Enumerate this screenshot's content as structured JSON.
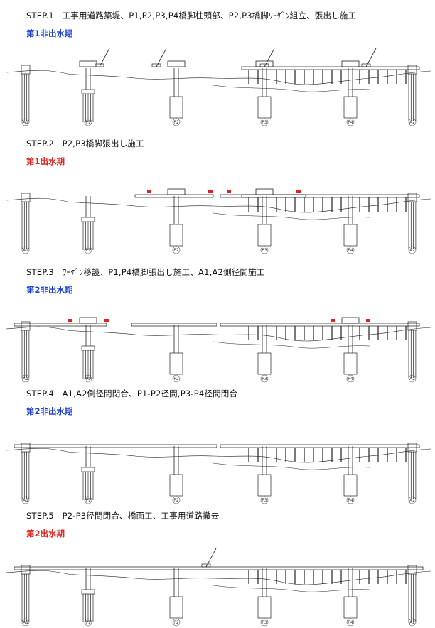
{
  "colors": {
    "blue": "#1a3fd6",
    "red": "#e0231c",
    "line": "#222222"
  },
  "pier_labels": [
    "A1",
    "P1",
    "P2",
    "P3",
    "P4",
    "A2"
  ],
  "steps": [
    {
      "title": "STEP.1　工事用道路築堤、P1,P2,P3,P4橋脚柱頭部、P2,P3橋脚ﾜｰｹﾞﾝ組立、張出し施工",
      "phase": "第1非出水期",
      "phase_color": "blue",
      "icon": "stage-1-diagram"
    },
    {
      "title": "STEP.2　P2,P3橋脚張出し施工",
      "phase": "第1出水期",
      "phase_color": "red",
      "icon": "stage-2-diagram"
    },
    {
      "title": "STEP.3　ﾜｰｹﾞﾝ移設、P1,P4橋脚張出し施工、A1,A2側径間施工",
      "phase": "第2非出水期",
      "phase_color": "blue",
      "icon": "stage-3-diagram"
    },
    {
      "title": "STEP.4　A1,A2側径間閉合、P1-P2径間,P3-P4径間閉合",
      "phase": "第2非出水期",
      "phase_color": "blue",
      "icon": "stage-4-diagram"
    },
    {
      "title": "STEP.5　P2-P3径間閉合、橋面工、工事用道路撤去",
      "phase": "第2出水期",
      "phase_color": "red",
      "icon": "stage-5-diagram"
    }
  ]
}
